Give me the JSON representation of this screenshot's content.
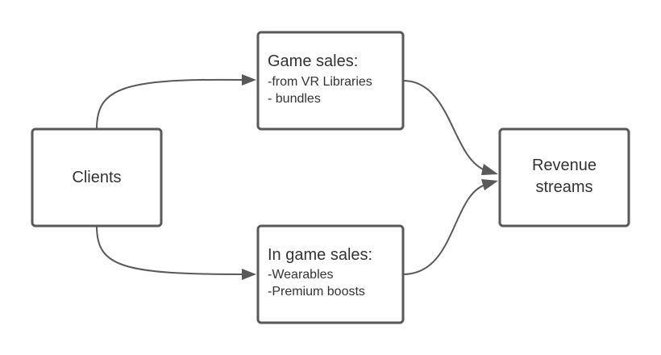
{
  "nodes": {
    "clients": {
      "label": "Clients"
    },
    "game_sales": {
      "title": "Game sales:",
      "lines": [
        "-from VR Libraries",
        "- bundles"
      ]
    },
    "in_game_sales": {
      "title": "In game sales:",
      "lines": [
        "-Wearables",
        "-Premium boosts"
      ]
    },
    "revenue": {
      "lines": [
        "Revenue",
        "streams"
      ]
    }
  },
  "edges": [
    {
      "from": "Clients",
      "to": "Game sales:"
    },
    {
      "from": "Clients",
      "to": "In game sales:"
    },
    {
      "from": "Game sales:",
      "to": "Revenue streams"
    },
    {
      "from": "In game sales:",
      "to": "Revenue streams"
    }
  ],
  "colors": {
    "stroke": "#595959",
    "text": "#333333",
    "background": "#ffffff"
  }
}
